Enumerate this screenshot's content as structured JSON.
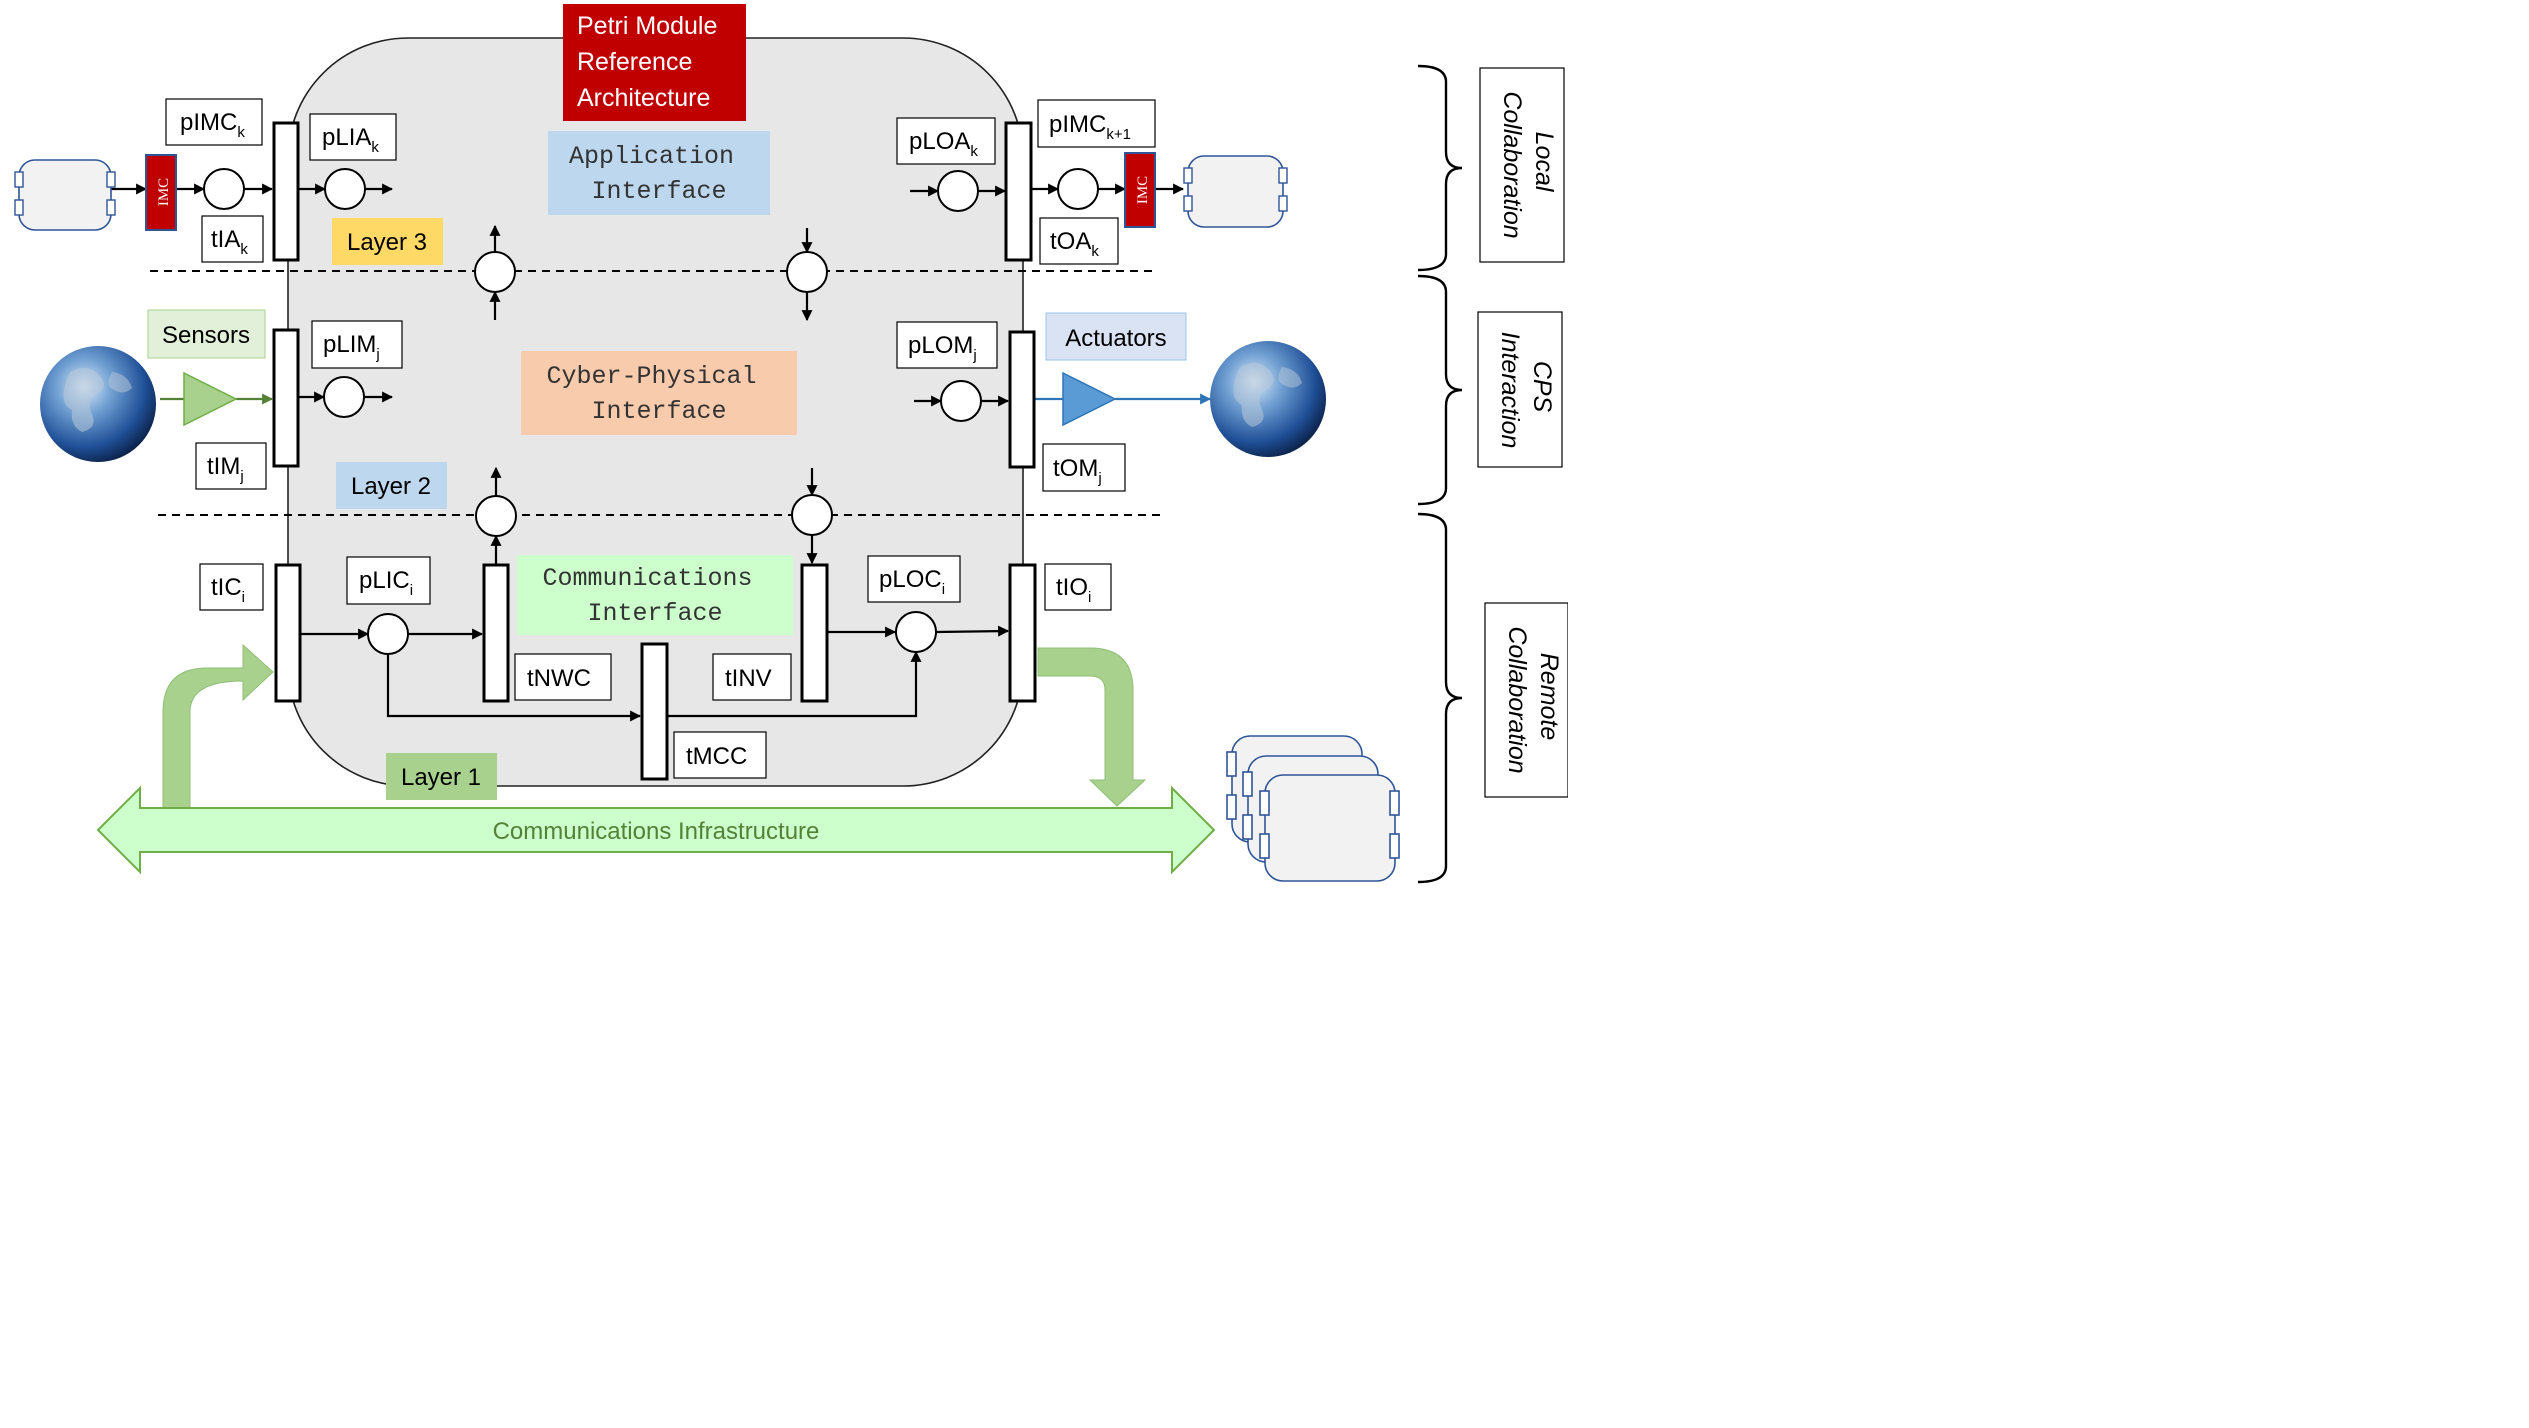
{
  "title": {
    "lines": [
      "Petri Module",
      "Reference",
      "Architecture"
    ]
  },
  "interfaces": {
    "application": [
      "Application",
      "Interface"
    ],
    "cyber_physical": [
      "Cyber-Physical",
      "Interface"
    ],
    "communications": [
      "Communications",
      "Interface"
    ]
  },
  "layers": {
    "layer3": "Layer 3",
    "layer2": "Layer 2",
    "layer1": "Layer 1"
  },
  "labels": {
    "pIMC_k": {
      "base": "pIMC",
      "sub": "k"
    },
    "pLIA_k": {
      "base": "pLIA",
      "sub": "k"
    },
    "tIA_k": {
      "base": "tIA",
      "sub": "k"
    },
    "pLOA_k": {
      "base": "pLOA",
      "sub": "k"
    },
    "pIMC_k1": {
      "base": "pIMC",
      "sub": "k+1"
    },
    "tOA_k": {
      "base": "tOA",
      "sub": "k"
    },
    "pLIM_j": {
      "base": "pLIM",
      "sub": "j"
    },
    "tIM_j": {
      "base": "tIM",
      "sub": "j"
    },
    "pLOM_j": {
      "base": "pLOM",
      "sub": "j"
    },
    "tOM_j": {
      "base": "tOM",
      "sub": "j"
    },
    "tIC_i": {
      "base": "tIC",
      "sub": "i"
    },
    "pLIC_i": {
      "base": "pLIC",
      "sub": "i"
    },
    "pLOC_i": {
      "base": "pLOC",
      "sub": "i"
    },
    "tIO_i": {
      "base": "tIO",
      "sub": "i"
    },
    "tNWC": "tNWC",
    "tINV": "tINV",
    "tMCC": "tMCC"
  },
  "sensors": "Sensors",
  "actuators": "Actuators",
  "imc": "IMC",
  "infrastructure": "Communications Infrastructure",
  "collaboration": {
    "local": [
      "Local",
      "Collaboration"
    ],
    "cps": [
      "CPS",
      "Interaction"
    ],
    "remote": [
      "Remote",
      "Collaboration"
    ]
  },
  "colors": {
    "title_bg": "#c00000",
    "application_bg": "#bdd7ee",
    "cyber_bg": "#f8cbad",
    "comm_bg": "#ccffcc",
    "layer3_bg": "#ffd966",
    "layer2_bg": "#bdd7ee",
    "layer1_bg": "#a9d18e",
    "module_bg": "#e7e7e7",
    "sensor_green": "#70ad47",
    "actuator_blue": "#5b9bd5"
  }
}
